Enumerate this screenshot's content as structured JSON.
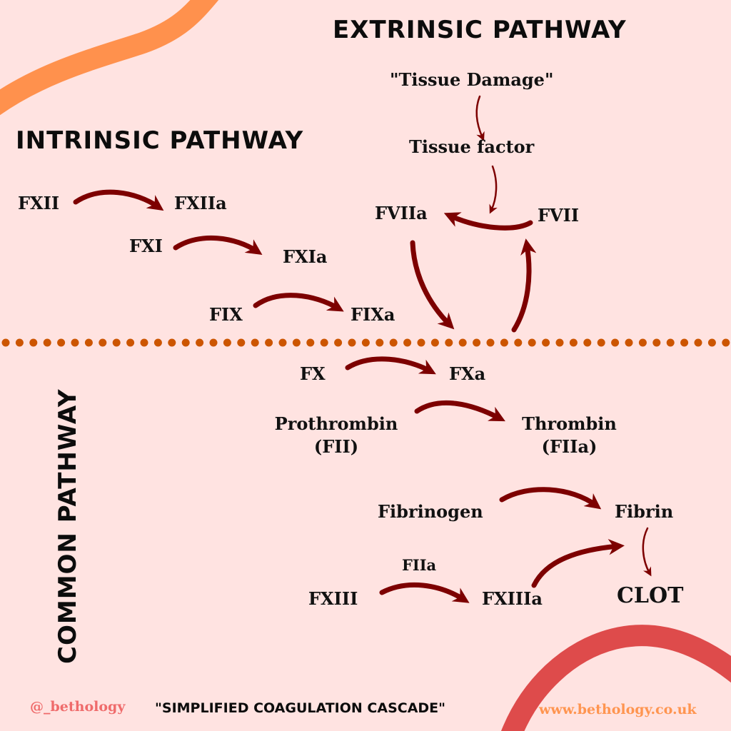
{
  "colors": {
    "background": "#ffe3e1",
    "arrow": "#7d0000",
    "divider": "#cc5500",
    "swoosh_top": "#ff914d",
    "swoosh_bottom": "#de4b4b",
    "handle": "#ef6b6b",
    "url": "#ff9550"
  },
  "headings": {
    "extrinsic": "EXTRINSIC PATHWAY",
    "intrinsic": "INTRINSIC PATHWAY",
    "common": "COMMON PATHWAY"
  },
  "nodes": {
    "tissue_damage": "\"Tissue Damage\"",
    "tissue_factor": "Tissue factor",
    "fviia": "FVIIa",
    "fvii": "FVII",
    "fxii": "FXII",
    "fxiia": "FXIIa",
    "fxi": "FXI",
    "fxia": "FXIa",
    "fix": "FIX",
    "fixa": "FIXa",
    "fx": "FX",
    "fxa": "FXa",
    "prothrombin": "Prothrombin",
    "prothrombin_code": "(FII)",
    "thrombin": "Thrombin",
    "thrombin_code": "(FIIa)",
    "fibrinogen": "Fibrinogen",
    "fibrin": "Fibrin",
    "fiia_catalyst": "FIIa",
    "fxiii": "FXIII",
    "fxiiia": "FXIIIa",
    "clot": "CLOT"
  },
  "edges": [
    {
      "from": "tissue_damage",
      "to": "tissue_factor"
    },
    {
      "from": "tissue_factor",
      "to": "fvii-conversion"
    },
    {
      "from": "fvii",
      "to": "fviia"
    },
    {
      "from": "fviia",
      "to": "fx-activation"
    },
    {
      "from": "fx-activation",
      "to": "fvii"
    },
    {
      "from": "fxii",
      "to": "fxiia"
    },
    {
      "from": "fxi",
      "to": "fxia"
    },
    {
      "from": "fix",
      "to": "fixa"
    },
    {
      "from": "fx",
      "to": "fxa"
    },
    {
      "from": "prothrombin",
      "to": "thrombin"
    },
    {
      "from": "fibrinogen",
      "to": "fibrin"
    },
    {
      "from": "fxiii",
      "to": "fxiiia",
      "catalyst": "fiia_catalyst"
    },
    {
      "from": "fxiiia",
      "to": "fibrin"
    },
    {
      "from": "fibrin",
      "to": "clot"
    }
  ],
  "footer": {
    "handle": "@_bethology",
    "caption": "\"SIMPLIFIED COAGULATION CASCADE\"",
    "url": "www.bethology.co.uk"
  }
}
